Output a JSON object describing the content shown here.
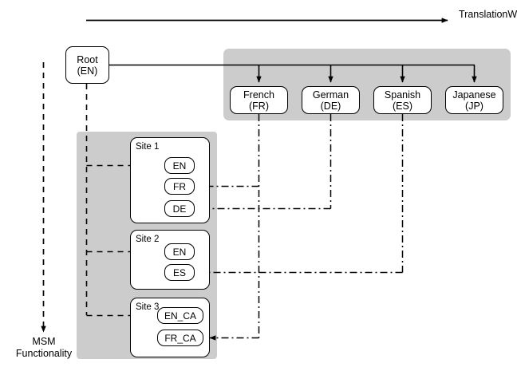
{
  "diagram": {
    "title_caption": "Translation Workflow",
    "msm_caption_line1": "MSM",
    "msm_caption_line2": "Functionality",
    "root": {
      "line1": "Root",
      "line2": "(EN)"
    },
    "languages": [
      {
        "name": "French",
        "code": "(FR)"
      },
      {
        "name": "German",
        "code": "(DE)"
      },
      {
        "name": "Spanish",
        "code": "(ES)"
      },
      {
        "name": "Japanese",
        "code": "(JP)"
      }
    ],
    "sites": [
      {
        "title": "Site 1",
        "locales": [
          "EN",
          "FR",
          "DE"
        ]
      },
      {
        "title": "Site 2",
        "locales": [
          "EN",
          "ES"
        ]
      },
      {
        "title": "Site 3",
        "locales": [
          "EN_CA",
          "FR_CA"
        ]
      }
    ],
    "colors": {
      "band": "#cccccc",
      "stroke": "#000000",
      "node_fill": "#ffffff",
      "background": "#ffffff"
    }
  }
}
